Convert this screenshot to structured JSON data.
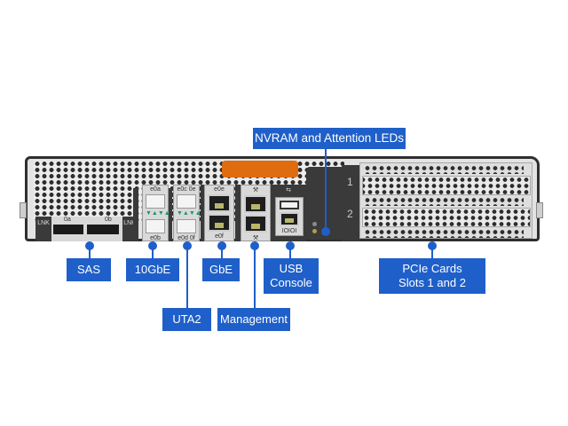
{
  "diagram": {
    "labels": {
      "nvram": "NVRAM and Attention LEDs",
      "sas": "SAS",
      "tengbe": "10GbE",
      "gbe": "GbE",
      "usb_line1": "USB",
      "usb_line2": "Console",
      "pcie_line1": "PCIe Cards",
      "pcie_line2": "Slots 1 and 2",
      "uta2": "UTA2",
      "management": "Management"
    },
    "port_markings": {
      "sas_0a": "0a",
      "sas_0b": "0b",
      "lnk_left": "LNK",
      "lnk_right": "LNK",
      "tengbe_top": "e0a",
      "tengbe_bottom": "e0b",
      "uta2_top_left": "e0c",
      "uta2_top_right": "0e",
      "uta2_bottom_left": "e0d",
      "uta2_bottom_right": "0f",
      "gbe_top": "e0e",
      "gbe_bottom": "e0f",
      "console": "IOIOI",
      "slot1": "1",
      "slot2": "2"
    },
    "colors": {
      "accent": "#1f5fc9",
      "orange_handle": "#e06c10",
      "chassis_border": "#2f2f2f"
    }
  }
}
